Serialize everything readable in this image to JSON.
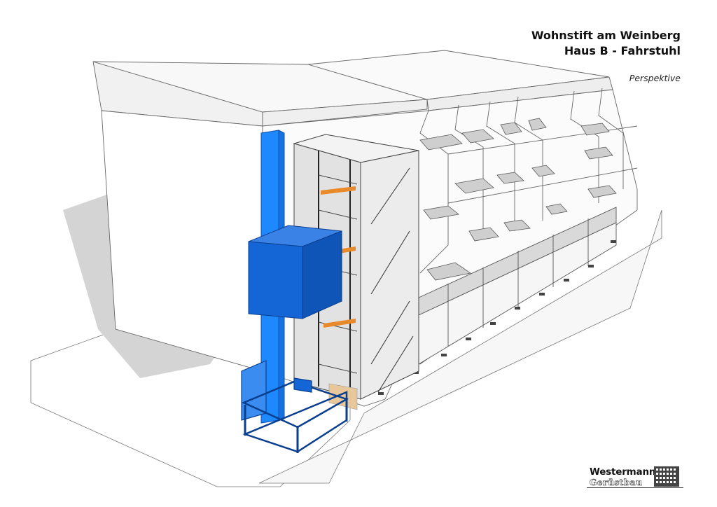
{
  "title": {
    "line1": "Wohnstift am Weinberg",
    "line2": "Haus B - Fahrstuhl",
    "view": "Perspektive"
  },
  "logo": {
    "name": "Westermann",
    "sub": "Gerüstbau",
    "icon": "building-icon"
  },
  "colors": {
    "lift": "#1e88ff",
    "lift_dark": "#0f4fb0",
    "cabin": "#1466d6",
    "scaffold_panel": "#e9e9e9",
    "accent_orange": "#e8892a",
    "shadow": "#cfcfcf"
  }
}
